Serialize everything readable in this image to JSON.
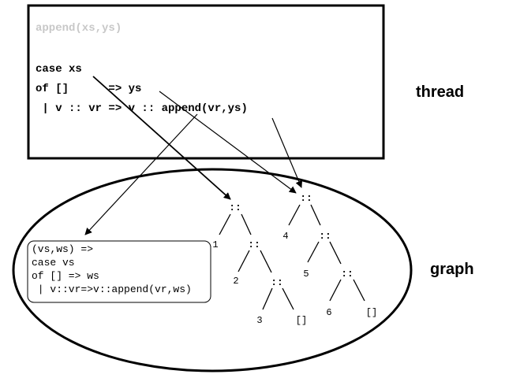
{
  "thread": {
    "label": "thread",
    "signature": "append(xs,ys)",
    "code_lines": [
      "case xs",
      "of []      => ys",
      " | v :: vr => v :: append(vr,ys)"
    ]
  },
  "graph": {
    "label": "graph",
    "closure_lines": [
      "(vs,ws) =>",
      "case vs",
      "of [] => ws",
      " | v::vr=>v::append(vr,ws)"
    ],
    "list1": {
      "cons_nodes": [
        "::",
        "::",
        "::"
      ],
      "elements": [
        "1",
        "2",
        "3"
      ],
      "nil": "[]"
    },
    "list2": {
      "cons_nodes": [
        "::",
        "::",
        "::"
      ],
      "elements": [
        "4",
        "5",
        "6"
      ],
      "nil": "[]"
    }
  }
}
